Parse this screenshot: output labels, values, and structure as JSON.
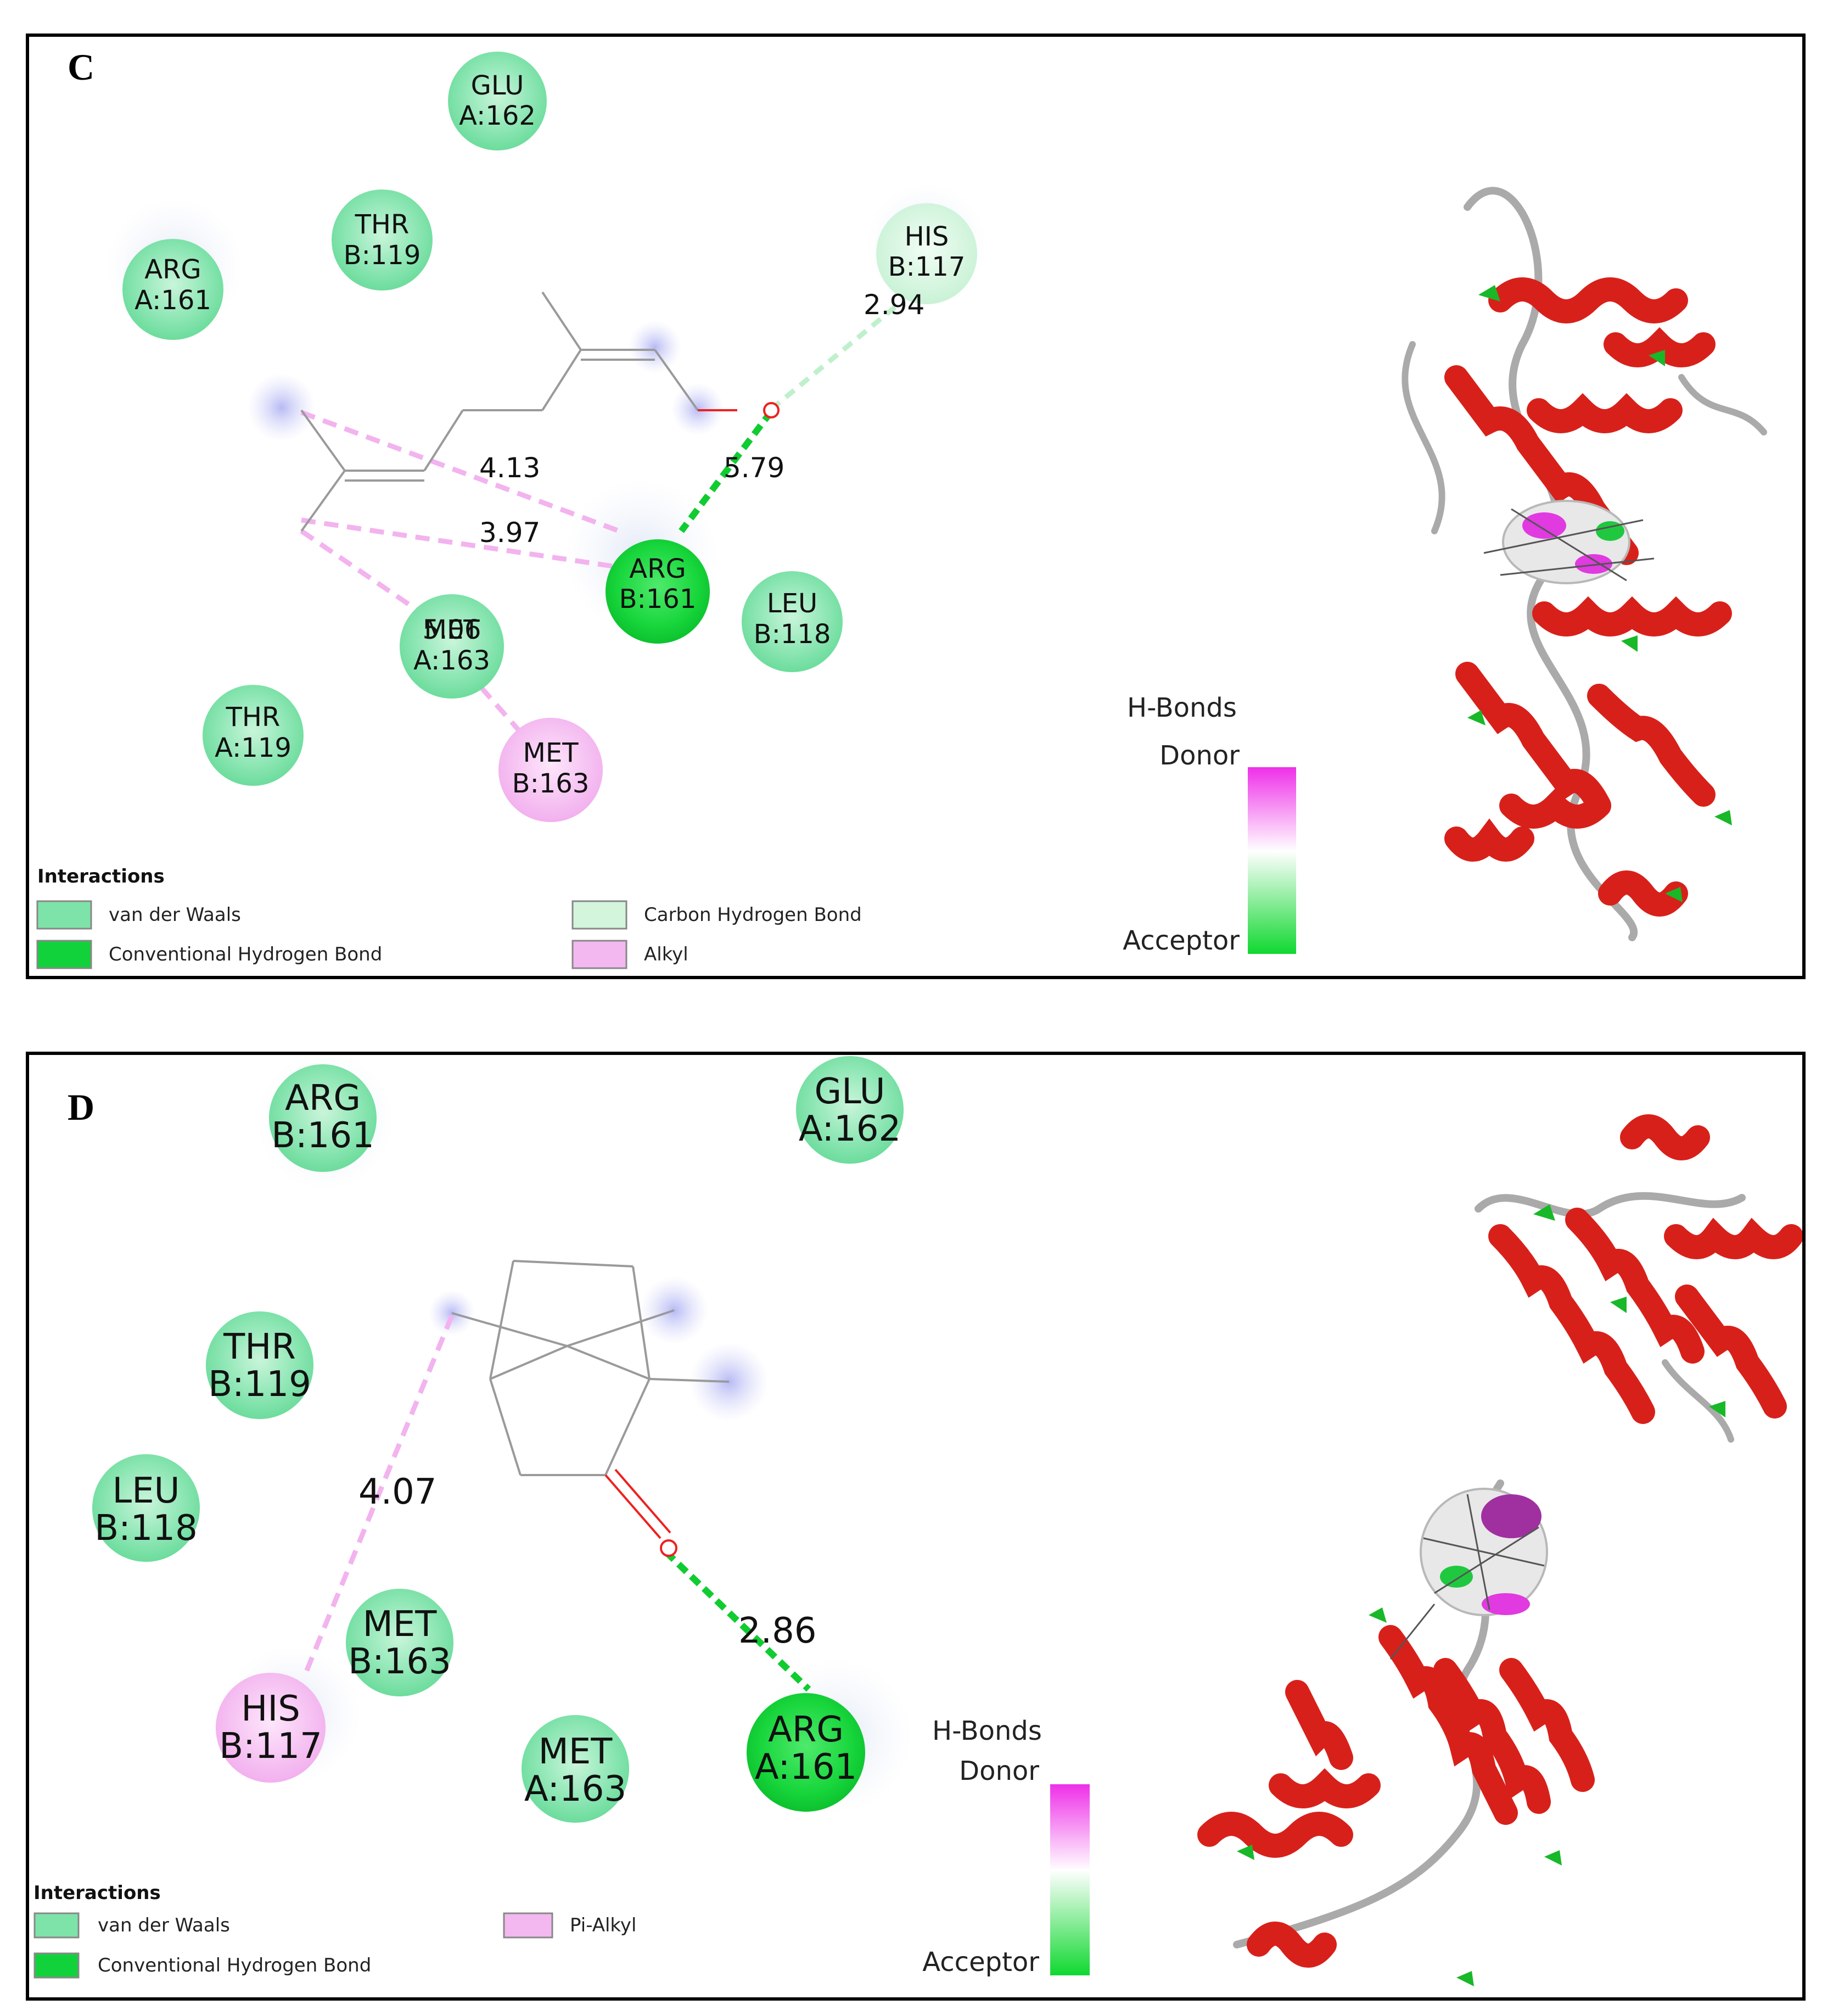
{
  "colors": {
    "van_der_waals": "#7ee3a8",
    "conventional_h_bond": "#12d23c",
    "carbon_h_bond": "#d2f5dc",
    "alkyl": "#f3b8f0",
    "pi_alkyl": "#f3b8f0",
    "donor": "#ee30e8",
    "acceptor": "#10d830",
    "helix": "#d8201a"
  },
  "panels": [
    {
      "label": "C",
      "residues": [
        {
          "text1": "GLU",
          "text2": "A:162",
          "type": "vdw"
        },
        {
          "text1": "THR",
          "text2": "B:119",
          "type": "vdw"
        },
        {
          "text1": "ARG",
          "text2": "A:161",
          "type": "vdw"
        },
        {
          "text1": "HIS",
          "text2": "B:117",
          "type": "carbon"
        },
        {
          "text1": "ARG",
          "text2": "B:161",
          "type": "hbond"
        },
        {
          "text1": "LEU",
          "text2": "B:118",
          "type": "vdw"
        },
        {
          "text1": "MET",
          "text2": "A:163",
          "type": "vdw",
          "overlay": "5.06"
        },
        {
          "text1": "THR",
          "text2": "A:119",
          "type": "vdw"
        },
        {
          "text1": "MET",
          "text2": "B:163",
          "type": "alkyl"
        }
      ],
      "distances": [
        "2.94",
        "4.13",
        "5.79",
        "3.97"
      ],
      "legend": {
        "title": "Interactions",
        "items": [
          {
            "label": "van der Waals",
            "type": "vdw"
          },
          {
            "label": "Conventional Hydrogen Bond",
            "type": "hbond"
          },
          {
            "label": "Carbon Hydrogen Bond",
            "type": "carbon"
          },
          {
            "label": "Alkyl",
            "type": "alkyl"
          }
        ]
      },
      "hbonds": {
        "title": "H-Bonds",
        "donor": "Donor",
        "acceptor": "Acceptor"
      }
    },
    {
      "label": "D",
      "residues": [
        {
          "text1": "ARG",
          "text2": "B:161",
          "type": "vdw"
        },
        {
          "text1": "GLU",
          "text2": "A:162",
          "type": "vdw"
        },
        {
          "text1": "THR",
          "text2": "B:119",
          "type": "vdw"
        },
        {
          "text1": "LEU",
          "text2": "B:118",
          "type": "vdw"
        },
        {
          "text1": "MET",
          "text2": "B:163",
          "type": "vdw"
        },
        {
          "text1": "HIS",
          "text2": "B:117",
          "type": "alkyl"
        },
        {
          "text1": "MET",
          "text2": "A:163",
          "type": "vdw"
        },
        {
          "text1": "ARG",
          "text2": "A:161",
          "type": "hbond"
        }
      ],
      "distances": [
        "4.07",
        "2.86"
      ],
      "legend": {
        "title": "Interactions",
        "items": [
          {
            "label": "van der Waals",
            "type": "vdw"
          },
          {
            "label": "Conventional Hydrogen Bond",
            "type": "hbond"
          },
          {
            "label": "Pi-Alkyl",
            "type": "pi_alkyl"
          }
        ]
      },
      "hbonds": {
        "title": "H-Bonds",
        "donor": "Donor",
        "acceptor": "Acceptor"
      }
    }
  ]
}
